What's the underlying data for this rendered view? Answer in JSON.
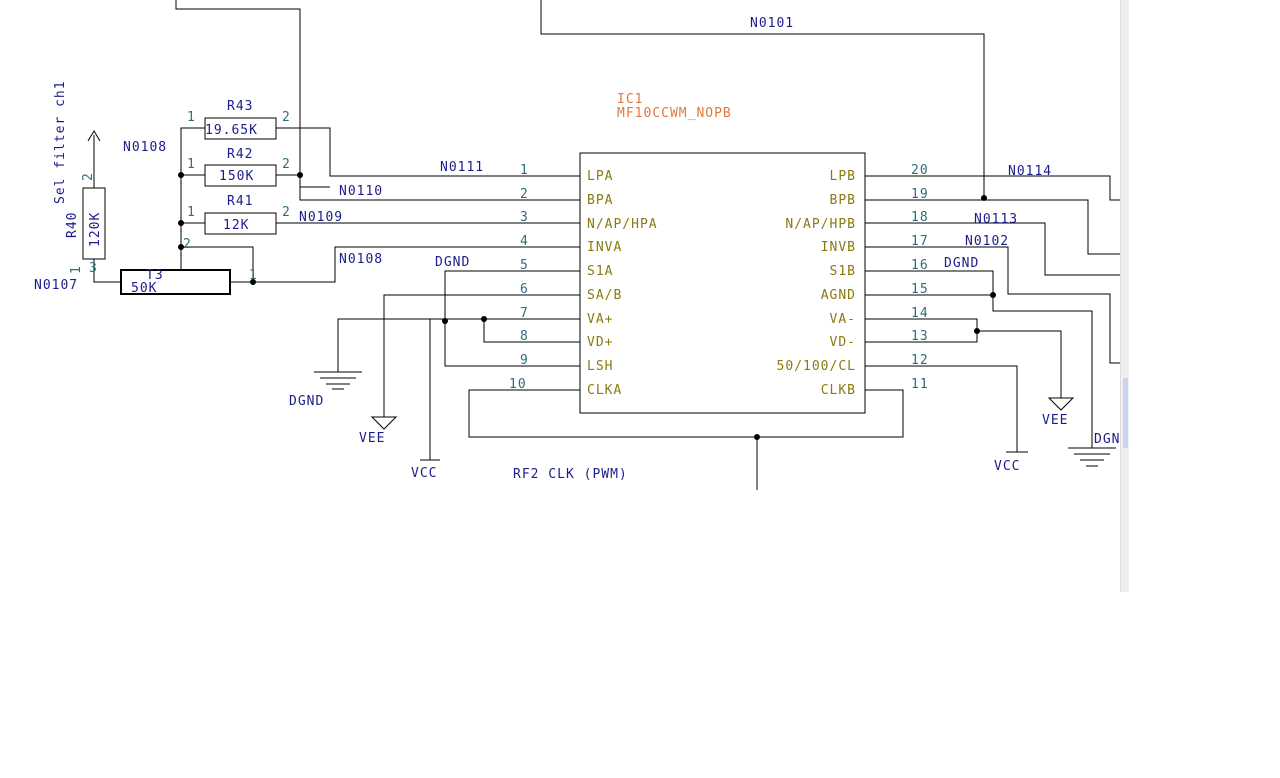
{
  "ic": {
    "ref": "IC1",
    "part": "MF10CCWM_NOPB",
    "left_pins": [
      {
        "num": "1",
        "name": "LPA"
      },
      {
        "num": "2",
        "name": "BPA"
      },
      {
        "num": "3",
        "name": "N/AP/HPA"
      },
      {
        "num": "4",
        "name": "INVA"
      },
      {
        "num": "5",
        "name": "S1A"
      },
      {
        "num": "6",
        "name": "SA/B"
      },
      {
        "num": "7",
        "name": "VA+"
      },
      {
        "num": "8",
        "name": "VD+"
      },
      {
        "num": "9",
        "name": "LSH"
      },
      {
        "num": "10",
        "name": "CLKA"
      }
    ],
    "right_pins": [
      {
        "num": "20",
        "name": "LPB"
      },
      {
        "num": "19",
        "name": "BPB"
      },
      {
        "num": "18",
        "name": "N/AP/HPB"
      },
      {
        "num": "17",
        "name": "INVB"
      },
      {
        "num": "16",
        "name": "S1B"
      },
      {
        "num": "15",
        "name": "AGND"
      },
      {
        "num": "14",
        "name": "VA-"
      },
      {
        "num": "13",
        "name": "VD-"
      },
      {
        "num": "12",
        "name": "50/100/CL"
      },
      {
        "num": "11",
        "name": "CLKB"
      }
    ]
  },
  "resistors": {
    "r43": {
      "ref": "R43",
      "value": "19.65K",
      "pin1": "1",
      "pin2": "2"
    },
    "r42": {
      "ref": "R42",
      "value": "150K",
      "pin1": "1",
      "pin2": "2"
    },
    "r41": {
      "ref": "R41",
      "value": "12K",
      "pin1": "1",
      "pin2": "2"
    },
    "r40": {
      "ref": "R40",
      "value": "120K",
      "pin1": "1",
      "pin2": "2"
    },
    "t3": {
      "ref": "T3",
      "value": "50K",
      "pin1": "1",
      "pin2": "2",
      "pin3": "3"
    }
  },
  "nets": {
    "n0101": "N0101",
    "n0111": "N0111",
    "n0110": "N0110",
    "n0109": "N0109",
    "n0108_a": "N0108",
    "n0108_b": "N0108",
    "n0107": "N0107",
    "n0114": "N0114",
    "n0113": "N0113",
    "n0102": "N0102",
    "dgnd_pin5": "DGND",
    "dgnd_pin16": "DGND"
  },
  "power": {
    "dgnd_left": "DGND",
    "vee_left": "VEE",
    "vcc_left": "VCC",
    "vcc_right": "VCC",
    "vee_right": "VEE",
    "dgnd_right": "DGN"
  },
  "annotations": {
    "sel_filter": "Sel filter ch1",
    "clock": "RF2 CLK (PWM)"
  }
}
